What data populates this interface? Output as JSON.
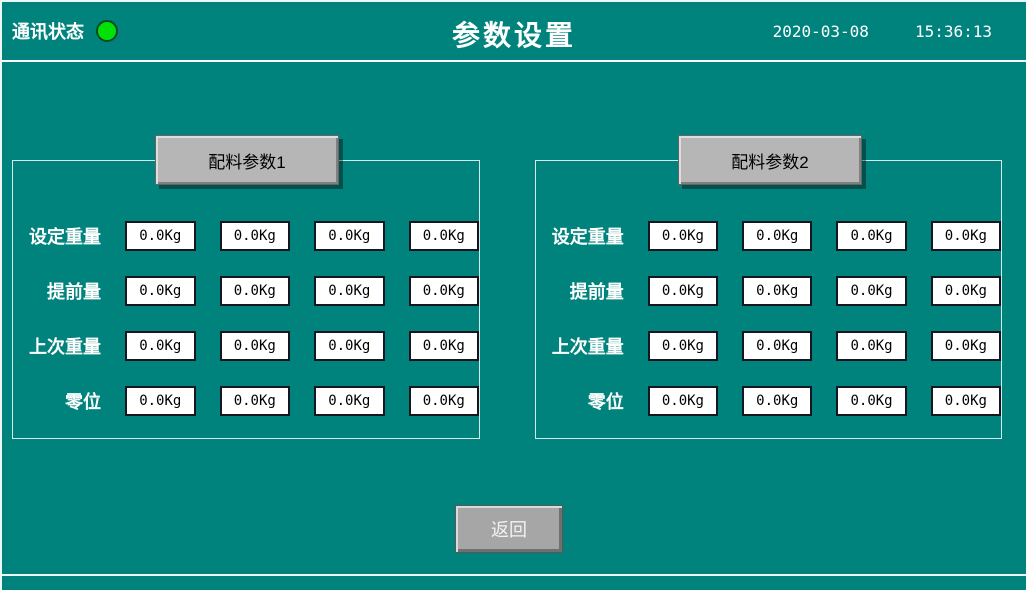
{
  "header": {
    "comm_status_label": "通讯状态",
    "title": "参数设置",
    "date": "2020-03-08",
    "time": "15:36:13"
  },
  "panels": [
    {
      "title": "配料参数1",
      "rows": [
        {
          "label": "设定重量",
          "values": [
            "0.0Kg",
            "0.0Kg",
            "0.0Kg",
            "0.0Kg"
          ]
        },
        {
          "label": "提前量",
          "values": [
            "0.0Kg",
            "0.0Kg",
            "0.0Kg",
            "0.0Kg"
          ]
        },
        {
          "label": "上次重量",
          "values": [
            "0.0Kg",
            "0.0Kg",
            "0.0Kg",
            "0.0Kg"
          ]
        },
        {
          "label": "零位",
          "values": [
            "0.0Kg",
            "0.0Kg",
            "0.0Kg",
            "0.0Kg"
          ]
        }
      ]
    },
    {
      "title": "配料参数2",
      "rows": [
        {
          "label": "设定重量",
          "values": [
            "0.0Kg",
            "0.0Kg",
            "0.0Kg",
            "0.0Kg"
          ]
        },
        {
          "label": "提前量",
          "values": [
            "0.0Kg",
            "0.0Kg",
            "0.0Kg",
            "0.0Kg"
          ]
        },
        {
          "label": "上次重量",
          "values": [
            "0.0Kg",
            "0.0Kg",
            "0.0Kg",
            "0.0Kg"
          ]
        },
        {
          "label": "零位",
          "values": [
            "0.0Kg",
            "0.0Kg",
            "0.0Kg",
            "0.0Kg"
          ]
        }
      ]
    }
  ],
  "footer": {
    "return_label": "返回"
  },
  "colors": {
    "background": "#00837d",
    "status_green": "#00e107",
    "panel_border": "#d6ebe9",
    "box_border": "#161620",
    "button_gray": "#a6a6a6"
  }
}
